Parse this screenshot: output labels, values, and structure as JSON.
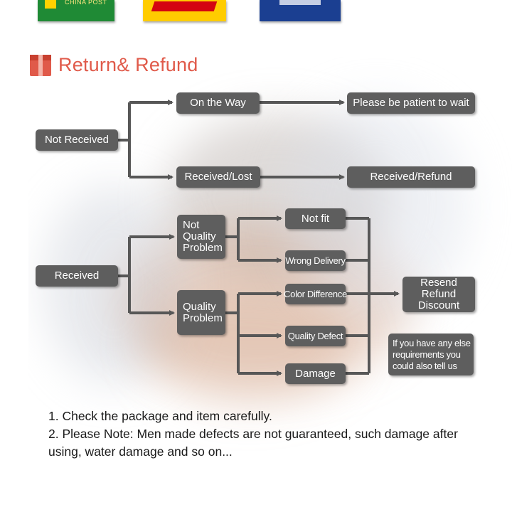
{
  "logos": {
    "china_post_label": "CHINA POST"
  },
  "heading": {
    "title": "Return& Refund"
  },
  "flow": {
    "not_received": "Not Received",
    "on_the_way": "On the Way",
    "be_patient": "Please be patient to wait",
    "received_lost": "Received/Lost",
    "received_refund": "Received/Refund",
    "received": "Received",
    "not_quality_problem": "Not\nQuality\nProblem",
    "quality_problem": "Quality\nProblem",
    "not_fit": "Not fit",
    "wrong_delivery": "Wrong Delivery",
    "color_difference": "Color Difference",
    "quality_defect": "Quality Defect",
    "damage": "Damage",
    "resend_refund_discount": "Resend\nRefund\nDiscount",
    "other_requirements": "If you have any else\nrequirements you\ncould also tell us"
  },
  "notes": {
    "line1": "1. Check the package and item carefully.",
    "line2": "2. Please Note: Men made defects are not guaranteed, such damage after using, water damage and so on..."
  },
  "colors": {
    "node_fill": "#5e5e5e",
    "connector": "#575757",
    "heading_accent": "#e05a4a",
    "china_post_green": "#1f8a35",
    "dhl_yellow": "#ffcc00",
    "ems_blue": "#1b3f91"
  },
  "icons": {
    "heading_icon": "package-box-icon"
  }
}
